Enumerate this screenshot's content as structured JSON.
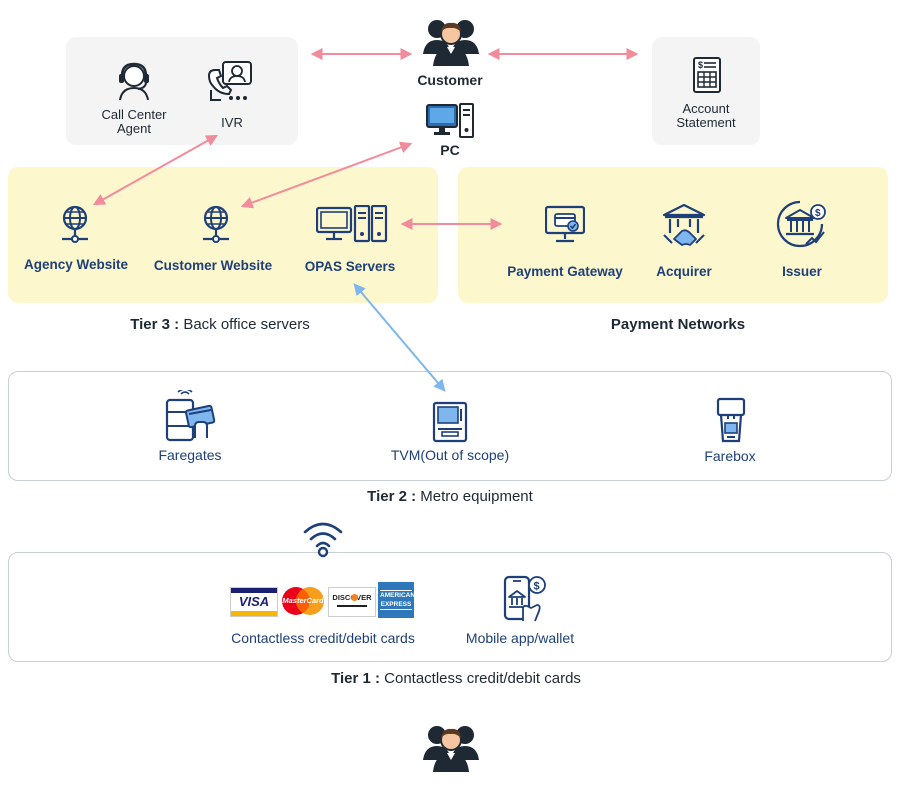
{
  "top": {
    "customer_label": "Customer",
    "pc_label": "PC",
    "call_center_label": "Call Center\nAgent",
    "ivr_label": "IVR",
    "account_statement_label": "Account\nStatement"
  },
  "tier3": {
    "agency_website": "Agency Website",
    "customer_website": "Customer Website",
    "opas_servers": "OPAS Servers",
    "caption_prefix": "Tier 3 :",
    "caption_text": " Back office servers"
  },
  "payment": {
    "gateway": "Payment Gateway",
    "acquirer": "Acquirer",
    "issuer": "Issuer",
    "caption": "Payment Networks"
  },
  "tier2": {
    "faregates": "Faregates",
    "tvm": "TVM(Out of scope)",
    "farebox": "Farebox",
    "caption_prefix": "Tier 2 :",
    "caption_text": " Metro equipment"
  },
  "tier1": {
    "cards_label": "Contactless credit/debit cards",
    "mobile_label": "Mobile app/wallet",
    "visa": "VISA",
    "mastercard": "MasterCard",
    "discover": "DISCOVER",
    "amex": "AMERICAN EXPRESS",
    "caption_prefix": "Tier 1 :",
    "caption_text": " Contactless credit/debit cards"
  },
  "colors": {
    "pink_arrow": "#f28b9b",
    "blue_arrow": "#7fb6ee",
    "icon_blue": "#1e3f7a",
    "yellow_box": "#fcf7cc",
    "gray_box": "#f4f4f4"
  }
}
